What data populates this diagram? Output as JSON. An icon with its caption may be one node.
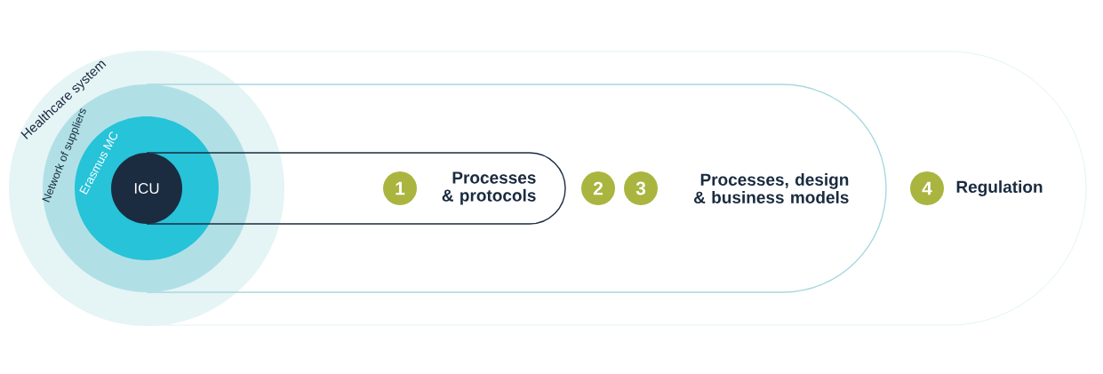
{
  "diagram": {
    "nodes": [
      {
        "text": [
          "Healthcare system"
        ]
      },
      {
        "text": [
          "Network of suppliers"
        ],
        "in": 0
      },
      {
        "text": [
          "Erasmus MC"
        ],
        "in": 1
      },
      {
        "text": [
          "ICU"
        ],
        "in": 2
      },
      {
        "text": [
          "1"
        ],
        "beside": [
          "Processes & protocols"
        ]
      },
      {
        "text": [
          "2"
        ]
      },
      {
        "text": [
          "3"
        ],
        "beside": [
          "Processes, design & business models"
        ]
      },
      {
        "text": [
          "4"
        ],
        "beside": [
          "Regulation"
        ]
      }
    ]
  }
}
